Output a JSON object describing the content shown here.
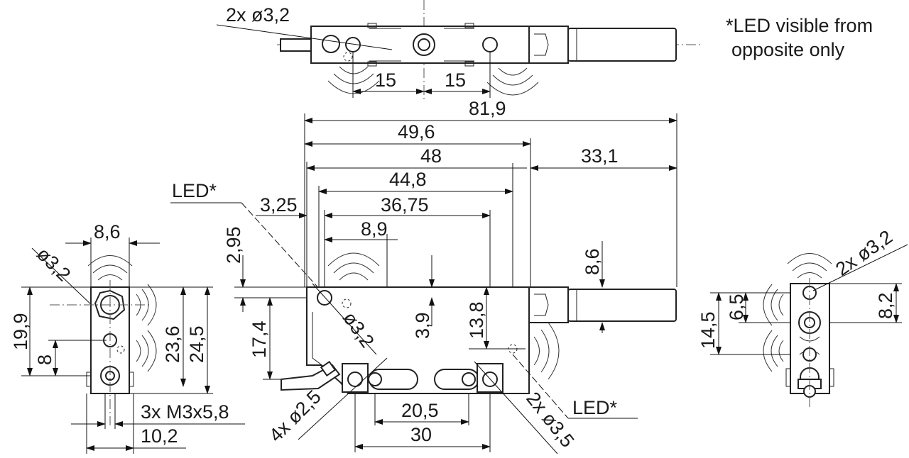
{
  "note": {
    "line1": "*LED visible from",
    "line2": "opposite only"
  },
  "top_view": {
    "hole_label": "2x ø3,2",
    "dim_left": "15",
    "dim_right": "15"
  },
  "front_view": {
    "overall_length": "81,9",
    "d_49_6": "49,6",
    "d_48": "48",
    "d_44_8": "44,8",
    "d_33_1": "33,1",
    "d_3_25": "3,25",
    "d_36_75": "36,75",
    "d_8_9": "8,9",
    "d_2_95": "2,95",
    "d_8_6": "8,6",
    "d_17_4": "17,4",
    "d_3_9": "3,9",
    "d_13_8": "13,8",
    "d_phi_3_2": "ø3,2",
    "d_20_5": "20,5",
    "d_30": "30",
    "holes_4x": "4x ø2,5",
    "holes_2x": "2x ø3,5",
    "led_top": "LED*",
    "led_bottom": "LED*"
  },
  "left_view": {
    "d_8_6": "8,6",
    "d_phi_3_2": "ø3,2",
    "d_19_9": "19,9",
    "d_8": "8",
    "d_23_6": "23,6",
    "d_24_5": "24,5",
    "thread": "3x M3x5,8",
    "d_10_2": "10,2"
  },
  "right_view": {
    "holes": "2x ø3,2",
    "d_14_5": "14,5",
    "d_6_5": "6,5",
    "d_8_2": "8,2"
  }
}
